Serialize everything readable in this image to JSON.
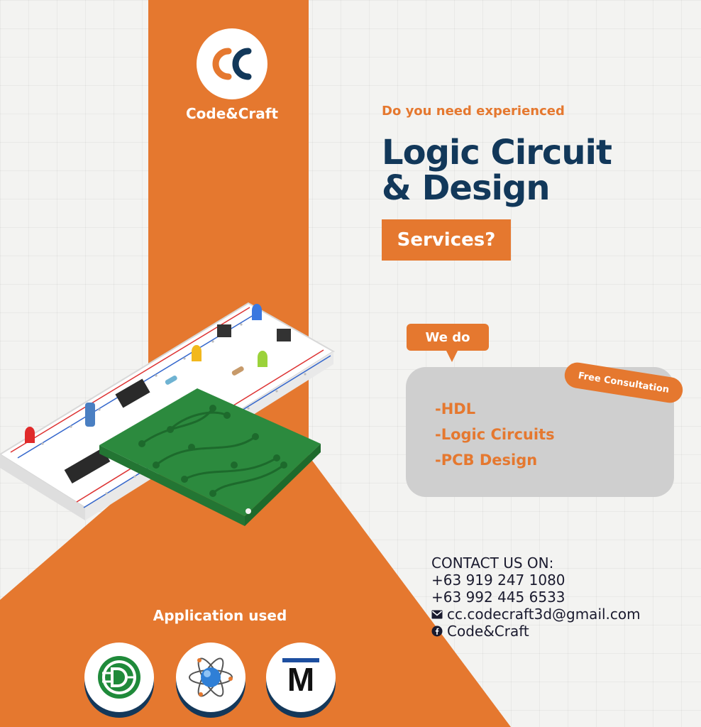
{
  "brand": {
    "name": "Code&Craft",
    "monogram": "CC"
  },
  "hero": {
    "eyebrow": "Do you need experienced",
    "headline_line1": "Logic Circuit",
    "headline_line2": "& Design",
    "services_label": "Services?"
  },
  "offer": {
    "bubble_label": "We do",
    "badge_label": "Free  Consultation",
    "items": [
      "-HDL",
      "-Logic Circuits",
      "-PCB Design"
    ]
  },
  "contact": {
    "heading": "CONTACT US ON:",
    "phone1": "+63 919 247 1080",
    "phone2": "+63 992 445 6533",
    "email": "cc.codecraft3d@gmail.com",
    "facebook": "Code&Craft",
    "email_icon": "mail-icon",
    "facebook_icon": "facebook-icon"
  },
  "apps": {
    "label": "Application used",
    "icons": [
      "logisim-icon",
      "electronics-atom-icon",
      "modelsim-icon"
    ],
    "modelsim_letter": "M"
  },
  "colors": {
    "orange": "#e5782f",
    "navy": "#12385a",
    "card": "#cfcfcf",
    "bg": "#f3f3f1",
    "pcb_green": "#2c8a3e"
  }
}
